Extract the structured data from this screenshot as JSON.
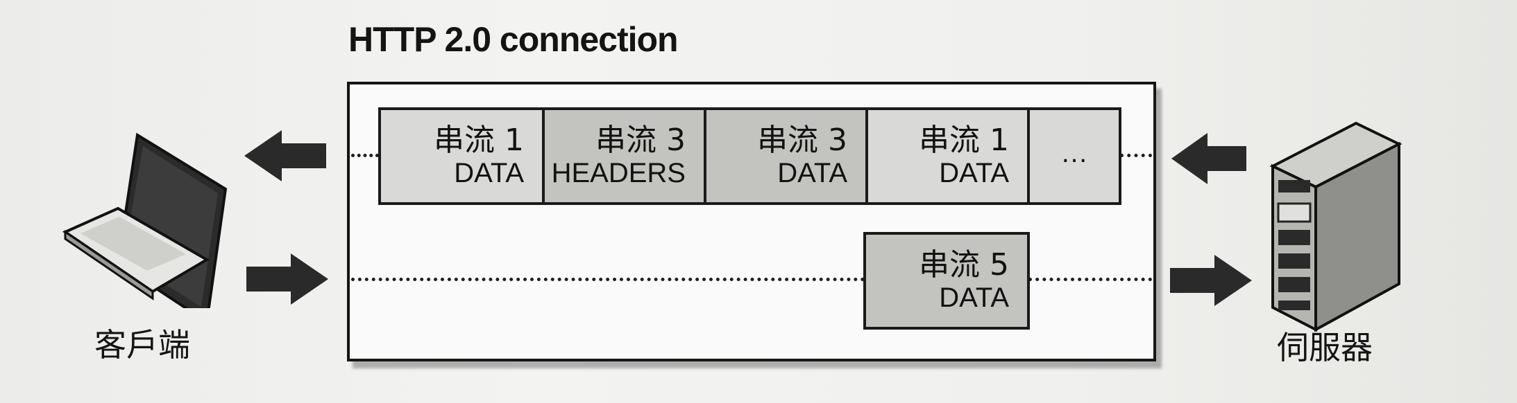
{
  "title": "HTTP 2.0 connection",
  "client_label": "客戶端",
  "server_label": "伺服器",
  "top_frames": [
    {
      "stream": "串流 1",
      "type": "DATA",
      "shade": "light"
    },
    {
      "stream": "串流 3",
      "type": "HEADERS",
      "shade": "dark"
    },
    {
      "stream": "串流 3",
      "type": "DATA",
      "shade": "dark"
    },
    {
      "stream": "串流 1",
      "type": "DATA",
      "shade": "light"
    }
  ],
  "top_ellipsis": "…",
  "bottom_frame": {
    "stream": "串流 5",
    "type": "DATA",
    "shade": "dark"
  },
  "colors": {
    "dark_frame": "#c3c3c0",
    "light_frame": "#d9d9d7",
    "arrow": "#2a2a2a"
  }
}
